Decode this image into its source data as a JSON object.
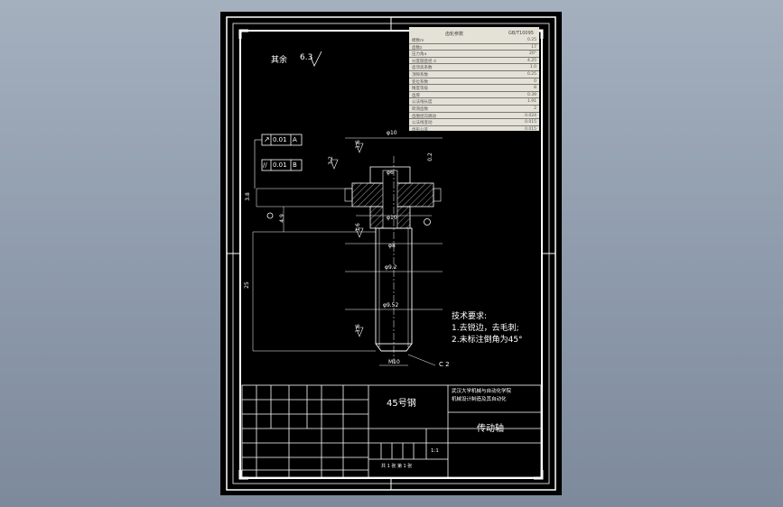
{
  "drawing": {
    "surface_mark": "其余",
    "surface_value": "6.3",
    "tolerance_1": {
      "symbol": "↗",
      "value": "0.01",
      "datum": "A"
    },
    "tolerance_2": {
      "symbol": "//",
      "value": "0.01",
      "datum": "B"
    },
    "dims": {
      "d_top": "φ10",
      "d_inner": "φ6",
      "d_mid": "φ10",
      "d8": "φ8",
      "d92": "φ9.2",
      "d952": "φ9.52",
      "thread": "M10",
      "chamfer": "C 2",
      "len_25": "25",
      "h_38": "3.8",
      "h_49": "4.9",
      "w_02": "0.2",
      "r16a": "1.6",
      "r16b": "1.6",
      "r16c": "1.6",
      "r32": "3.2"
    },
    "tech_req": {
      "title": "技术要求:",
      "line1": "1.去锐边，去毛刺;",
      "line2": "2.未标注倒角为45°"
    }
  },
  "param_table": {
    "title_left": "齿轮参数",
    "title_right": "GB/T10095",
    "rows": [
      {
        "name": "模数m",
        "value": "0.25"
      },
      {
        "name": "齿数z",
        "value": "17"
      },
      {
        "name": "压力角α",
        "value": "20°"
      },
      {
        "name": "分度圆直径 d",
        "value": "4.25"
      },
      {
        "name": "齿顶高系数",
        "value": "1.0"
      },
      {
        "name": "顶隙系数",
        "value": "0.25"
      },
      {
        "name": "变位系数",
        "value": "0"
      },
      {
        "name": "精度等级",
        "value": "8"
      },
      {
        "name": "齿厚",
        "value": "0.39"
      },
      {
        "name": "公法线长度",
        "value": "1.91"
      },
      {
        "name": "跨测齿数",
        "value": "2"
      },
      {
        "name": "齿圈径向跳动",
        "value": "0.024"
      },
      {
        "name": "公法线变动",
        "value": "0.015"
      },
      {
        "name": "齿形公差",
        "value": "0.015"
      }
    ]
  },
  "title_block": {
    "material": "45号钢",
    "part_name": "传动轴",
    "company_line1": "武汉大学机械与自动化学院",
    "company_line2": "机械设计制造及其自动化",
    "scale": "1:1",
    "sheet_info": "共 1 张 第 1 张"
  }
}
